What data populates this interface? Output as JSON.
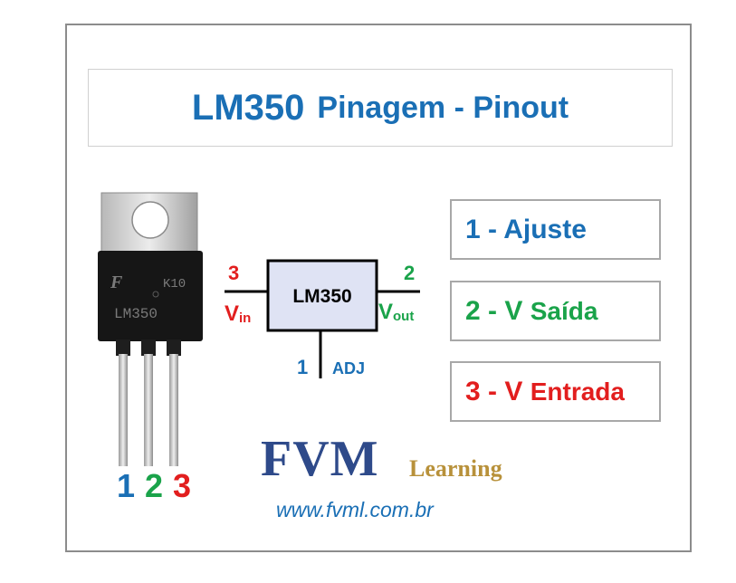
{
  "title": {
    "main": "LM350",
    "sub": "Pinagem - Pinout"
  },
  "pins": [
    {
      "number": "1",
      "sep": " - ",
      "name": "Ajuste",
      "color": "#1a6fb5"
    },
    {
      "number": "2",
      "sep": " - ",
      "name": "V",
      "suffix": "Saída",
      "color": "#1aa34a"
    },
    {
      "number": "3",
      "sep": " - ",
      "name": "V",
      "suffix": "Entrada",
      "color": "#e21e1e"
    }
  ],
  "package": {
    "marking_top": "K10",
    "marking_part": "LM350",
    "pin_numbers": [
      "1",
      "2",
      "3"
    ]
  },
  "schematic": {
    "block_label": "LM350",
    "left_pin": {
      "number": "3",
      "label": "V",
      "sub": "in"
    },
    "right_pin": {
      "number": "2",
      "label": "V",
      "sub": "out"
    },
    "bottom_pin": {
      "number": "1",
      "label": "ADJ"
    }
  },
  "brand": {
    "logo": "FVM",
    "logo_sub": "Learning",
    "url": "www.fvml.com.br"
  }
}
